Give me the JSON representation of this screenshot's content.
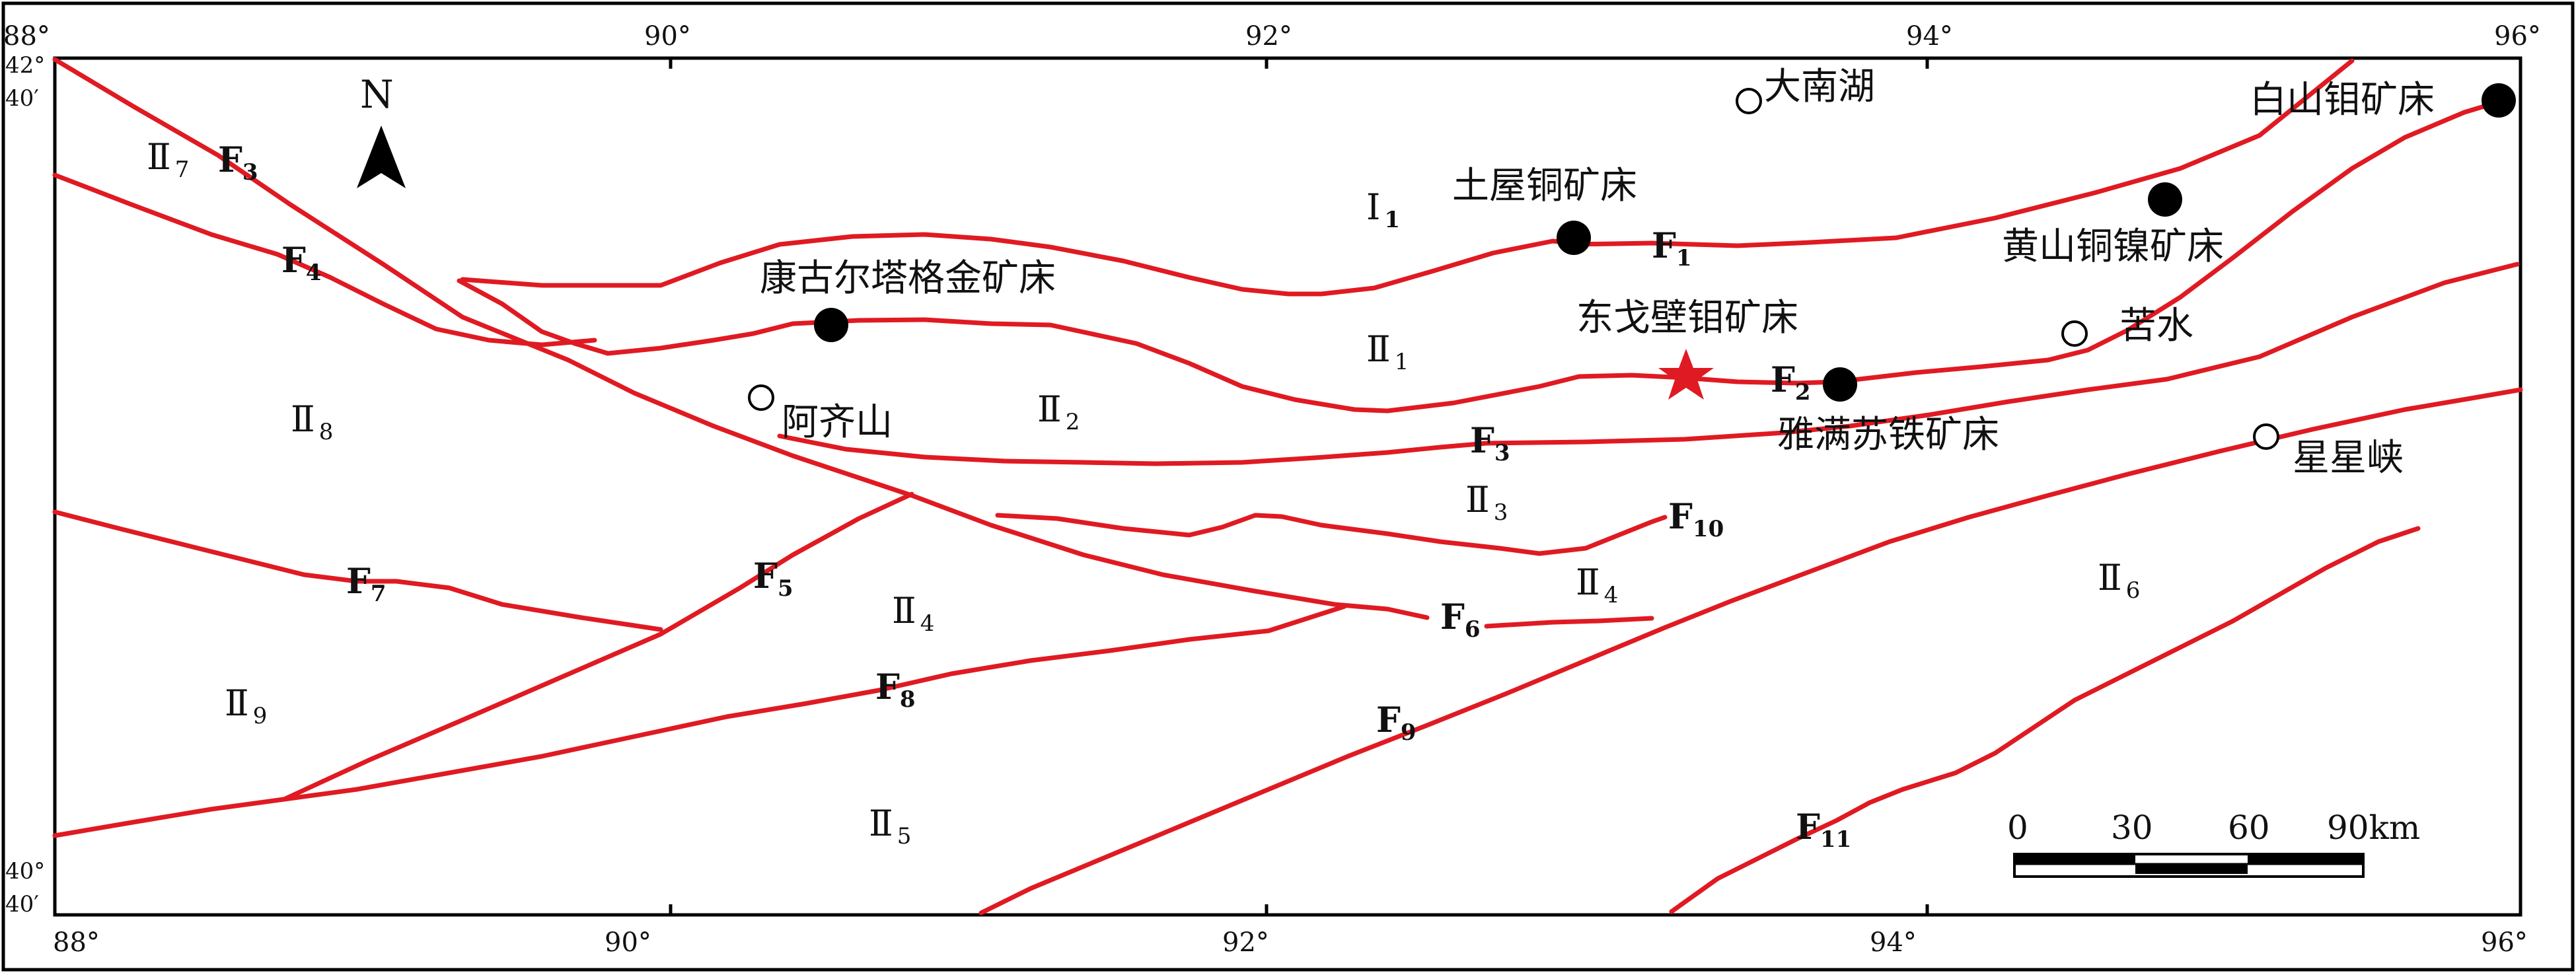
{
  "map": {
    "colors": {
      "fault": "#e01a22",
      "frame": "#000000",
      "star": "#e01a22"
    },
    "top_ticks": [
      "88°",
      "90°",
      "92°",
      "94°",
      "96°"
    ],
    "bottom_ticks": [
      "88°",
      "90°",
      "92°",
      "94°",
      "96°"
    ],
    "left_ticks": {
      "top_deg": "42°",
      "top_min": "40′",
      "bottom_deg": "40°",
      "bottom_min": "40′"
    },
    "north_arrow": "N",
    "units": [
      {
        "id": "I1",
        "main": "Ⅰ",
        "sub": "1"
      },
      {
        "id": "II1",
        "main": "Ⅱ",
        "sub": "1"
      },
      {
        "id": "II2",
        "main": "Ⅱ",
        "sub": "2"
      },
      {
        "id": "II3",
        "main": "Ⅱ",
        "sub": "3"
      },
      {
        "id": "II4a",
        "main": "Ⅱ",
        "sub": "4"
      },
      {
        "id": "II4b",
        "main": "Ⅱ",
        "sub": "4"
      },
      {
        "id": "II5",
        "main": "Ⅱ",
        "sub": "5"
      },
      {
        "id": "II6",
        "main": "Ⅱ",
        "sub": "6"
      },
      {
        "id": "II7",
        "main": "Ⅱ",
        "sub": "7"
      },
      {
        "id": "II8",
        "main": "Ⅱ",
        "sub": "8"
      },
      {
        "id": "II9",
        "main": "Ⅱ",
        "sub": "9"
      }
    ],
    "faults": [
      {
        "id": "F1",
        "main": "F",
        "sub": "1"
      },
      {
        "id": "F2",
        "main": "F",
        "sub": "2"
      },
      {
        "id": "F3a",
        "main": "F",
        "sub": "3"
      },
      {
        "id": "F3b",
        "main": "F",
        "sub": "3"
      },
      {
        "id": "F4",
        "main": "F",
        "sub": "4"
      },
      {
        "id": "F5",
        "main": "F",
        "sub": "5"
      },
      {
        "id": "F6",
        "main": "F",
        "sub": "6"
      },
      {
        "id": "F7",
        "main": "F",
        "sub": "7"
      },
      {
        "id": "F8",
        "main": "F",
        "sub": "8"
      },
      {
        "id": "F9",
        "main": "F",
        "sub": "9"
      },
      {
        "id": "F10",
        "main": "F",
        "sub": "10"
      },
      {
        "id": "F11",
        "main": "F",
        "sub": "11"
      }
    ],
    "deposits": [
      {
        "id": "baishan",
        "name": "白山钼矿床"
      },
      {
        "id": "tuwu",
        "name": "土屋铜矿床"
      },
      {
        "id": "huangshan",
        "name": "黄山铜镍矿床"
      },
      {
        "id": "kanggur",
        "name": "康古尔塔格金矿床"
      },
      {
        "id": "donggebi",
        "name": "东戈壁钼矿床"
      },
      {
        "id": "yamansu",
        "name": "雅满苏铁矿床"
      }
    ],
    "towns": [
      {
        "id": "danan",
        "name": "大南湖"
      },
      {
        "id": "kushui",
        "name": "苦水"
      },
      {
        "id": "aqishan",
        "name": "阿齐山"
      },
      {
        "id": "xingxingxia",
        "name": "星星峡"
      }
    ],
    "scale": {
      "ticks": [
        "0",
        "30",
        "60",
        "90km"
      ]
    }
  }
}
